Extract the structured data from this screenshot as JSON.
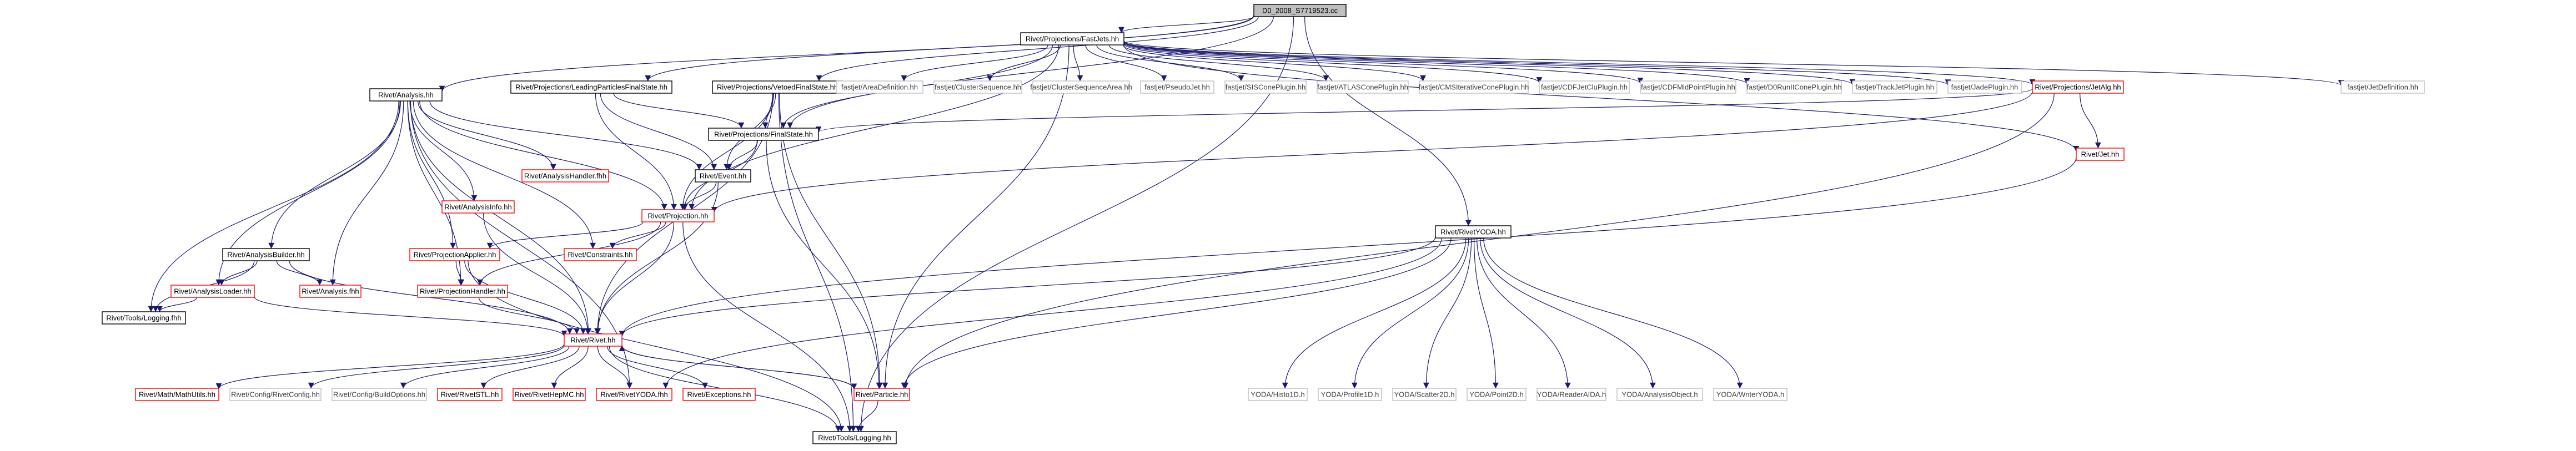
{
  "title": "D0_2008_S7719523.cc",
  "colors": {
    "edge": "#191970",
    "root_fill": "#bfbfbf",
    "border_black": "#000000",
    "border_red": "#ff0000",
    "border_grey": "#bfbfbf",
    "text": "#000000",
    "grey_text": "#404040"
  },
  "nodes": [
    {
      "id": "root",
      "label": "D0_2008_S7719523.cc",
      "style": "root"
    },
    {
      "id": "fastjets",
      "label": "Rivet/Projections/FastJets.hh",
      "style": "black"
    },
    {
      "id": "analysis",
      "label": "Rivet/Analysis.hh",
      "style": "black"
    },
    {
      "id": "lpfs",
      "label": "Rivet/Projections/LeadingParticlesFinalState.hh",
      "style": "black"
    },
    {
      "id": "vfs",
      "label": "Rivet/Projections/VetoedFinalState.hh",
      "style": "black"
    },
    {
      "id": "rivetyoda",
      "label": "Rivet/RivetYODA.hh",
      "style": "black"
    },
    {
      "id": "toolslogging",
      "label": "Rivet/Tools/Logging.hh",
      "style": "black"
    },
    {
      "id": "fs",
      "label": "Rivet/Projections/FinalState.hh",
      "style": "black"
    },
    {
      "id": "ad",
      "label": "fastjet/AreaDefinition.hh",
      "style": "grey"
    },
    {
      "id": "cs",
      "label": "fastjet/ClusterSequence.hh",
      "style": "grey"
    },
    {
      "id": "csa",
      "label": "fastjet/ClusterSequenceArea.hh",
      "style": "grey"
    },
    {
      "id": "pj",
      "label": "fastjet/PseudoJet.hh",
      "style": "grey"
    },
    {
      "id": "siscone",
      "label": "fastjet/SISConePlugin.hh",
      "style": "grey"
    },
    {
      "id": "atlas",
      "label": "fastjet/ATLASConePlugin.hh",
      "style": "grey"
    },
    {
      "id": "cmsit",
      "label": "fastjet/CMSIterativeConePlugin.hh",
      "style": "grey"
    },
    {
      "id": "cdfjetclu",
      "label": "fastjet/CDFJetCluPlugin.hh",
      "style": "grey"
    },
    {
      "id": "cdfmid",
      "label": "fastjet/CDFMidPointPlugin.hh",
      "style": "grey"
    },
    {
      "id": "d0run",
      "label": "fastjet/D0RunIIConePlugin.hh",
      "style": "grey"
    },
    {
      "id": "trackjet",
      "label": "fastjet/TrackJetPlugin.hh",
      "style": "grey"
    },
    {
      "id": "jade",
      "label": "fastjet/JadePlugin.hh",
      "style": "grey"
    },
    {
      "id": "jetalg",
      "label": "Rivet/Projections/JetAlg.hh",
      "style": "red"
    },
    {
      "id": "jetdef",
      "label": "fastjet/JetDefinition.hh",
      "style": "grey"
    },
    {
      "id": "jet",
      "label": "Rivet/Jet.hh",
      "style": "red"
    },
    {
      "id": "event",
      "label": "Rivet/Event.hh",
      "style": "black"
    },
    {
      "id": "ahandler",
      "label": "Rivet/AnalysisHandler.fhh",
      "style": "red"
    },
    {
      "id": "ainfo",
      "label": "Rivet/AnalysisInfo.hh",
      "style": "red"
    },
    {
      "id": "projection",
      "label": "Rivet/Projection.hh",
      "style": "red"
    },
    {
      "id": "abuilder",
      "label": "Rivet/AnalysisBuilder.hh",
      "style": "black"
    },
    {
      "id": "papplier",
      "label": "Rivet/ProjectionApplier.hh",
      "style": "red"
    },
    {
      "id": "constraints",
      "label": "Rivet/Constraints.hh",
      "style": "red"
    },
    {
      "id": "aloader",
      "label": "Rivet/AnalysisLoader.hh",
      "style": "red"
    },
    {
      "id": "afhh",
      "label": "Rivet/Analysis.fhh",
      "style": "red"
    },
    {
      "id": "phandler",
      "label": "Rivet/ProjectionHandler.hh",
      "style": "red"
    },
    {
      "id": "toolslogging_fhh",
      "label": "Rivet/Tools/Logging.fhh",
      "style": "black"
    },
    {
      "id": "rivet",
      "label": "Rivet/Rivet.hh",
      "style": "red"
    },
    {
      "id": "mathutils",
      "label": "Rivet/Math/MathUtils.hh",
      "style": "red"
    },
    {
      "id": "rivetconfig",
      "label": "Rivet/Config/RivetConfig.hh",
      "style": "grey"
    },
    {
      "id": "buildoptions",
      "label": "Rivet/Config/BuildOptions.hh",
      "style": "grey"
    },
    {
      "id": "rivetstl",
      "label": "Rivet/RivetSTL.hh",
      "style": "red"
    },
    {
      "id": "rivethepmc",
      "label": "Rivet/RivetHepMC.hh",
      "style": "red"
    },
    {
      "id": "rivetyoda_fhh",
      "label": "Rivet/RivetYODA.fhh",
      "style": "red"
    },
    {
      "id": "exceptions",
      "label": "Rivet/Exceptions.hh",
      "style": "red"
    },
    {
      "id": "particle",
      "label": "Rivet/Particle.hh",
      "style": "red"
    },
    {
      "id": "histo1d",
      "label": "YODA/Histo1D.h",
      "style": "grey"
    },
    {
      "id": "profile1d",
      "label": "YODA/Profile1D.h",
      "style": "grey"
    },
    {
      "id": "scatter2d",
      "label": "YODA/Scatter2D.h",
      "style": "grey"
    },
    {
      "id": "point2d",
      "label": "YODA/Point2D.h",
      "style": "grey"
    },
    {
      "id": "readeraida",
      "label": "YODA/ReaderAIDA.h",
      "style": "grey"
    },
    {
      "id": "analysisobject",
      "label": "YODA/AnalysisObject.h",
      "style": "grey"
    },
    {
      "id": "writeryoda",
      "label": "YODA/WriterYODA.h",
      "style": "grey"
    }
  ],
  "edges": [
    [
      "root",
      "fastjets"
    ],
    [
      "root",
      "analysis"
    ],
    [
      "root",
      "lpfs"
    ],
    [
      "root",
      "vfs"
    ],
    [
      "root",
      "rivetyoda"
    ],
    [
      "root",
      "toolslogging"
    ],
    [
      "root",
      "fs"
    ],
    [
      "fastjets",
      "ad"
    ],
    [
      "fastjets",
      "cs"
    ],
    [
      "fastjets",
      "csa"
    ],
    [
      "fastjets",
      "pj"
    ],
    [
      "fastjets",
      "siscone"
    ],
    [
      "fastjets",
      "atlas"
    ],
    [
      "fastjets",
      "cmsit"
    ],
    [
      "fastjets",
      "cdfjetclu"
    ],
    [
      "fastjets",
      "cdfmid"
    ],
    [
      "fastjets",
      "d0run"
    ],
    [
      "fastjets",
      "trackjet"
    ],
    [
      "fastjets",
      "jade"
    ],
    [
      "fastjets",
      "jetalg"
    ],
    [
      "fastjets",
      "jetdef"
    ],
    [
      "fastjets",
      "jet"
    ],
    [
      "fastjets",
      "particle"
    ],
    [
      "fastjets",
      "projection"
    ],
    [
      "fastjets",
      "fs"
    ],
    [
      "jetalg",
      "jet"
    ],
    [
      "jetalg",
      "fs"
    ],
    [
      "jetalg",
      "projection"
    ],
    [
      "jetalg",
      "particle"
    ],
    [
      "jet",
      "rivet"
    ],
    [
      "lpfs",
      "fs"
    ],
    [
      "lpfs",
      "event"
    ],
    [
      "lpfs",
      "projection"
    ],
    [
      "vfs",
      "fs"
    ],
    [
      "vfs",
      "event"
    ],
    [
      "vfs",
      "projection"
    ],
    [
      "vfs",
      "rivet"
    ],
    [
      "vfs",
      "particle"
    ],
    [
      "vfs",
      "toolslogging"
    ],
    [
      "fs",
      "event"
    ],
    [
      "fs",
      "projection"
    ],
    [
      "fs",
      "particle"
    ],
    [
      "analysis",
      "event"
    ],
    [
      "analysis",
      "ahandler"
    ],
    [
      "analysis",
      "ainfo"
    ],
    [
      "analysis",
      "projection"
    ],
    [
      "analysis",
      "abuilder"
    ],
    [
      "analysis",
      "papplier"
    ],
    [
      "analysis",
      "constraints"
    ],
    [
      "analysis",
      "aloader"
    ],
    [
      "analysis",
      "afhh"
    ],
    [
      "analysis",
      "phandler"
    ],
    [
      "analysis",
      "toolslogging_fhh"
    ],
    [
      "analysis",
      "rivet"
    ],
    [
      "analysis",
      "rivetyoda_fhh"
    ],
    [
      "event",
      "projection"
    ],
    [
      "event",
      "rivet"
    ],
    [
      "ainfo",
      "rivet"
    ],
    [
      "projection",
      "papplier"
    ],
    [
      "projection",
      "constraints"
    ],
    [
      "projection",
      "phandler"
    ],
    [
      "projection",
      "rivet"
    ],
    [
      "projection",
      "toolslogging"
    ],
    [
      "abuilder",
      "aloader"
    ],
    [
      "abuilder",
      "afhh"
    ],
    [
      "abuilder",
      "toolslogging_fhh"
    ],
    [
      "abuilder",
      "rivet"
    ],
    [
      "papplier",
      "phandler"
    ],
    [
      "papplier",
      "rivet"
    ],
    [
      "papplier",
      "toolslogging"
    ],
    [
      "aloader",
      "rivet"
    ],
    [
      "aloader",
      "toolslogging_fhh"
    ],
    [
      "phandler",
      "rivet"
    ],
    [
      "rivet",
      "mathutils"
    ],
    [
      "rivet",
      "rivetconfig"
    ],
    [
      "rivet",
      "buildoptions"
    ],
    [
      "rivet",
      "rivetstl"
    ],
    [
      "rivet",
      "rivethepmc"
    ],
    [
      "rivet",
      "rivetyoda_fhh"
    ],
    [
      "rivet",
      "exceptions"
    ],
    [
      "rivet",
      "particle"
    ],
    [
      "rivet",
      "toolslogging"
    ],
    [
      "particle",
      "rivet"
    ],
    [
      "particle",
      "toolslogging"
    ],
    [
      "rivetyoda",
      "rivet"
    ],
    [
      "rivetyoda",
      "histo1d"
    ],
    [
      "rivetyoda",
      "profile1d"
    ],
    [
      "rivetyoda",
      "scatter2d"
    ],
    [
      "rivetyoda",
      "point2d"
    ],
    [
      "rivetyoda",
      "readeraida"
    ],
    [
      "rivetyoda",
      "analysisobject"
    ],
    [
      "rivetyoda",
      "writeryoda"
    ],
    [
      "rivetyoda",
      "rivetyoda_fhh"
    ],
    [
      "rivetyoda",
      "particle"
    ]
  ]
}
